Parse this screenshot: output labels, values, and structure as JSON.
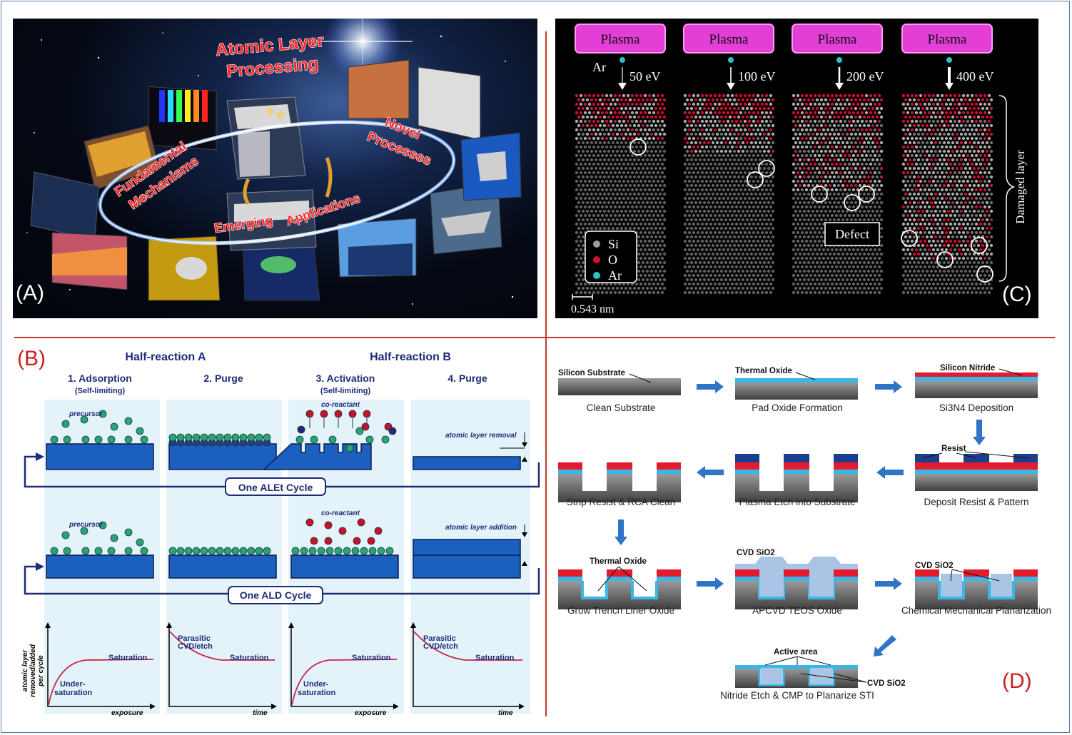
{
  "panel_labels": {
    "a": "(A)",
    "b": "(B)",
    "c": "(C)",
    "d": "(D)"
  },
  "panelA": {
    "title_line1": "Atomic Layer",
    "title_line2": "Processing",
    "fundamental_line1": "Fundamental",
    "fundamental_line2": "Mechanisms",
    "novel_line1": "Novel",
    "novel_line2": "Processes",
    "emerging": "Emerging",
    "applications": "Applications"
  },
  "panelB": {
    "half_a": "Half-reaction A",
    "half_b": "Half-reaction B",
    "steps": [
      {
        "title": "1. Adsorption",
        "sub": "(Self-limiting)"
      },
      {
        "title": "2. Purge",
        "sub": ""
      },
      {
        "title": "3. Activation",
        "sub": "(Self-limiting)"
      },
      {
        "title": "4. Purge",
        "sub": ""
      }
    ],
    "precursor": "precursor",
    "coreactant": "co-reactant",
    "removal": "atomic layer removal",
    "addition": "atomic layer addition",
    "alet_cycle": "One ALEt Cycle",
    "ald_cycle": "One ALD Cycle",
    "ylabel_line1": "atomic layer",
    "ylabel_line2": "removed/added",
    "ylabel_line3": "per cycle",
    "saturation": "Saturation",
    "under_line1": "Under-",
    "under_line2": "saturation",
    "parasitic_line1": "Parasitic",
    "parasitic_line2": "CVD/etch",
    "x_exposure": "exposure",
    "x_time": "time"
  },
  "panelC": {
    "plasma": "Plasma",
    "ar": "Ar",
    "energies": [
      "50 eV",
      "100 eV",
      "200 eV",
      "400 eV"
    ],
    "legend": [
      "Si",
      "O",
      "Ar"
    ],
    "defect": "Defect",
    "damaged": "Damaged layer",
    "scale": "0.543 nm"
  },
  "panelD": {
    "steps": [
      "Clean Substrate",
      "Pad Oxide Formation",
      "Si3N4 Deposition",
      "Deposit Resist & Pattern",
      "Plasma Etch into Substrate",
      "Strip Resist & RCA Clean",
      "Grow Trench Liner Oxide",
      "APCVD TEOS Oxide",
      "Chemical Mechanical Planarization",
      "Nitride Etch & CMP to Planarize STI"
    ],
    "silicon_substrate": "Silicon Substrate",
    "thermal_oxide": "Thermal Oxide",
    "silicon_nitride": "Silicon Nitride",
    "resist": "Resist",
    "thermal_oxide_2": "Thermal Oxide",
    "cvd_sio2": "CVD SiO2",
    "cvd_sio2_b": "CVD SiO2",
    "active_area": "Active area",
    "cvd_sio2_c": "CVD SiO2"
  }
}
